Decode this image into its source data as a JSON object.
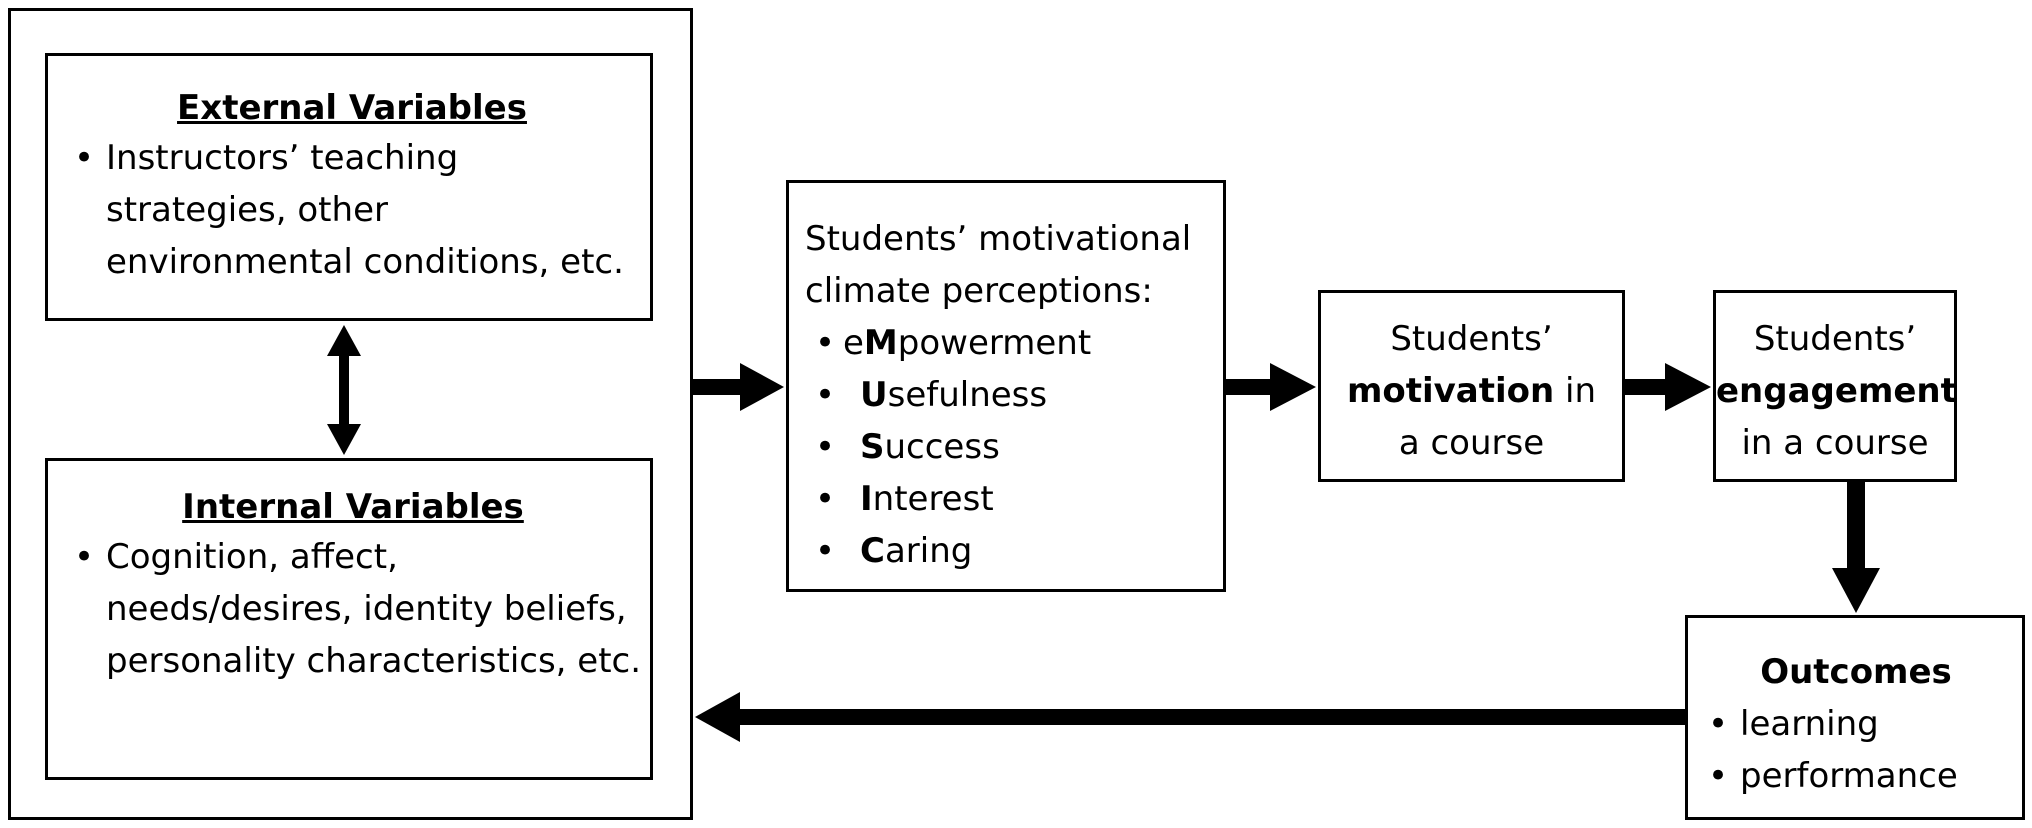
{
  "external": {
    "title": "External Variables",
    "items": [
      "Instructors’ teaching strategies, other environmental conditions, etc."
    ]
  },
  "internal": {
    "title": "Internal Variables",
    "items": [
      "Cognition, affect, needs/desires, identity beliefs, personality characteristics, etc."
    ]
  },
  "perceptions": {
    "intro": "Students’ motivational climate perceptions:",
    "items": [
      {
        "prefix": "e",
        "letter": "M",
        "rest": "powerment"
      },
      {
        "prefix": "",
        "letter": "U",
        "rest": "sefulness"
      },
      {
        "prefix": "",
        "letter": "S",
        "rest": "uccess"
      },
      {
        "prefix": "",
        "letter": "I",
        "rest": "nterest"
      },
      {
        "prefix": "",
        "letter": "C",
        "rest": "aring"
      }
    ]
  },
  "motivation": {
    "before": "Students’",
    "bold": "motivation",
    "after": "in",
    "tail": "a course"
  },
  "engagement": {
    "before": "Students’",
    "bold": "engagement",
    "after": "in a course"
  },
  "outcomes": {
    "title": "Outcomes",
    "items": [
      "learning",
      "performance"
    ]
  }
}
